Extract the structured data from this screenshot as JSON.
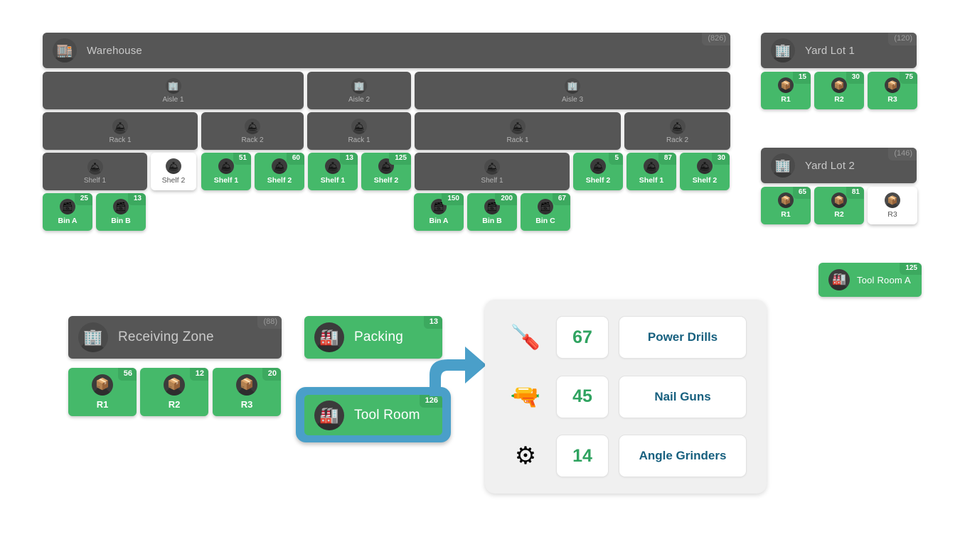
{
  "theme": {
    "green": "#45b96a",
    "green_badge": "#3ca95f",
    "dark": "#565656",
    "dark_badge": "#5e5e5e",
    "white": "#ffffff",
    "accent_blue": "#4a9fc9",
    "detail_panel_bg": "#f0f0f0",
    "count_green": "#2fa360",
    "name_blue": "#17607f",
    "page_bg": "#ffffff"
  },
  "warehouse_tree": {
    "root": {
      "label": "Warehouse",
      "badge": "(826)",
      "icon": "warehouse-icon",
      "glyph": "🏬",
      "state": "dark"
    },
    "aisles": [
      {
        "label": "Aisle 1",
        "icon": "building-icon",
        "glyph": "🏢",
        "state": "dark"
      },
      {
        "label": "Aisle 2",
        "icon": "building-icon",
        "glyph": "🏢",
        "state": "dark"
      },
      {
        "label": "Aisle 3",
        "icon": "building-icon",
        "glyph": "🏢",
        "state": "dark"
      }
    ],
    "racks": [
      {
        "label": "Rack 1",
        "icon": "rack-icon",
        "glyph": "🛎",
        "state": "dark"
      },
      {
        "label": "Rack 2",
        "icon": "rack-icon",
        "glyph": "🛎",
        "state": "dark"
      },
      {
        "label": "Rack 1",
        "icon": "rack-icon",
        "glyph": "🛎",
        "state": "dark"
      },
      {
        "label": "Rack 1",
        "icon": "rack-icon",
        "glyph": "🛎",
        "state": "dark"
      },
      {
        "label": "Rack 2",
        "icon": "rack-icon",
        "glyph": "🛎",
        "state": "dark"
      }
    ],
    "shelves": [
      {
        "label": "Shelf 1",
        "badge": "",
        "icon": "shelf-icon",
        "glyph": "🛎",
        "state": "dark"
      },
      {
        "label": "Shelf 2",
        "badge": "",
        "icon": "shelf-icon",
        "glyph": "🛎",
        "state": "white"
      },
      {
        "label": "Shelf 1",
        "badge": "51",
        "icon": "shelf-icon",
        "glyph": "🛎",
        "state": "green"
      },
      {
        "label": "Shelf 2",
        "badge": "60",
        "icon": "shelf-icon",
        "glyph": "🛎",
        "state": "green"
      },
      {
        "label": "Shelf 1",
        "badge": "13",
        "icon": "shelf-icon",
        "glyph": "🛎",
        "state": "green"
      },
      {
        "label": "Shelf 2",
        "badge": "125",
        "icon": "shelf-icon",
        "glyph": "🛎",
        "state": "green"
      },
      {
        "label": "Shelf 1",
        "badge": "",
        "icon": "shelf-icon",
        "glyph": "🛎",
        "state": "dark"
      },
      {
        "label": "Shelf 2",
        "badge": "5",
        "icon": "shelf-icon",
        "glyph": "🛎",
        "state": "green"
      },
      {
        "label": "Shelf 1",
        "badge": "87",
        "icon": "shelf-icon",
        "glyph": "🛎",
        "state": "green"
      },
      {
        "label": "Shelf 2",
        "badge": "30",
        "icon": "shelf-icon",
        "glyph": "🛎",
        "state": "green"
      }
    ],
    "bins": [
      {
        "label": "Bin A",
        "badge": "25",
        "icon": "bin-icon",
        "glyph": "🗃",
        "state": "green"
      },
      {
        "label": "Bin B",
        "badge": "13",
        "icon": "bin-icon",
        "glyph": "🗃",
        "state": "green"
      },
      {
        "label": "Bin A",
        "badge": "150",
        "icon": "bin-icon",
        "glyph": "🗃",
        "state": "green"
      },
      {
        "label": "Bin B",
        "badge": "200",
        "icon": "bin-icon",
        "glyph": "🗃",
        "state": "green"
      },
      {
        "label": "Bin C",
        "badge": "67",
        "icon": "bin-icon",
        "glyph": "🗃",
        "state": "green"
      }
    ]
  },
  "yard_lots": [
    {
      "label": "Yard Lot 1",
      "badge": "(120)",
      "icon": "building-icon",
      "glyph": "🏢",
      "rows": [
        {
          "label": "R1",
          "badge": "15",
          "icon": "parcel-icon",
          "glyph": "📦",
          "state": "green"
        },
        {
          "label": "R2",
          "badge": "30",
          "icon": "parcel-icon",
          "glyph": "📦",
          "state": "green"
        },
        {
          "label": "R3",
          "badge": "75",
          "icon": "parcel-icon",
          "glyph": "📦",
          "state": "green"
        }
      ]
    },
    {
      "label": "Yard Lot 2",
      "badge": "(146)",
      "icon": "building-icon",
      "glyph": "🏢",
      "rows": [
        {
          "label": "R1",
          "badge": "65",
          "icon": "parcel-icon",
          "glyph": "📦",
          "state": "green"
        },
        {
          "label": "R2",
          "badge": "81",
          "icon": "parcel-icon",
          "glyph": "📦",
          "state": "green"
        },
        {
          "label": "R3",
          "badge": "",
          "icon": "parcel-icon",
          "glyph": "📦",
          "state": "white"
        }
      ]
    }
  ],
  "tool_room_a": {
    "label": "Tool Room A",
    "badge": "125",
    "icon": "factory-icon",
    "glyph": "🏭",
    "state": "green"
  },
  "receiving_zone": {
    "label": "Receiving Zone",
    "badge": "(88)",
    "icon": "building-icon",
    "glyph": "🏢",
    "rows": [
      {
        "label": "R1",
        "badge": "56",
        "icon": "parcel-icon",
        "glyph": "📦",
        "state": "green"
      },
      {
        "label": "R2",
        "badge": "12",
        "icon": "parcel-icon",
        "glyph": "📦",
        "state": "green"
      },
      {
        "label": "R3",
        "badge": "20",
        "icon": "parcel-icon",
        "glyph": "📦",
        "state": "green"
      }
    ]
  },
  "packing": {
    "label": "Packing",
    "badge": "13",
    "icon": "factory-icon",
    "glyph": "🏭",
    "state": "green"
  },
  "tool_room": {
    "label": "Tool Room",
    "badge": "126",
    "icon": "factory-icon",
    "glyph": "🏭",
    "state": "green",
    "selected": true
  },
  "detail_panel": {
    "items": [
      {
        "count": "67",
        "name": "Power Drills",
        "icon": "power-drill-icon",
        "glyph": "🪛"
      },
      {
        "count": "45",
        "name": "Nail Guns",
        "icon": "nail-gun-icon",
        "glyph": "🔫"
      },
      {
        "count": "14",
        "name": "Angle Grinders",
        "icon": "angle-grinder-icon",
        "glyph": "⚙"
      }
    ]
  },
  "connector": {
    "name": "tool-room-to-detail-arrow",
    "color": "#4a9fc9"
  }
}
